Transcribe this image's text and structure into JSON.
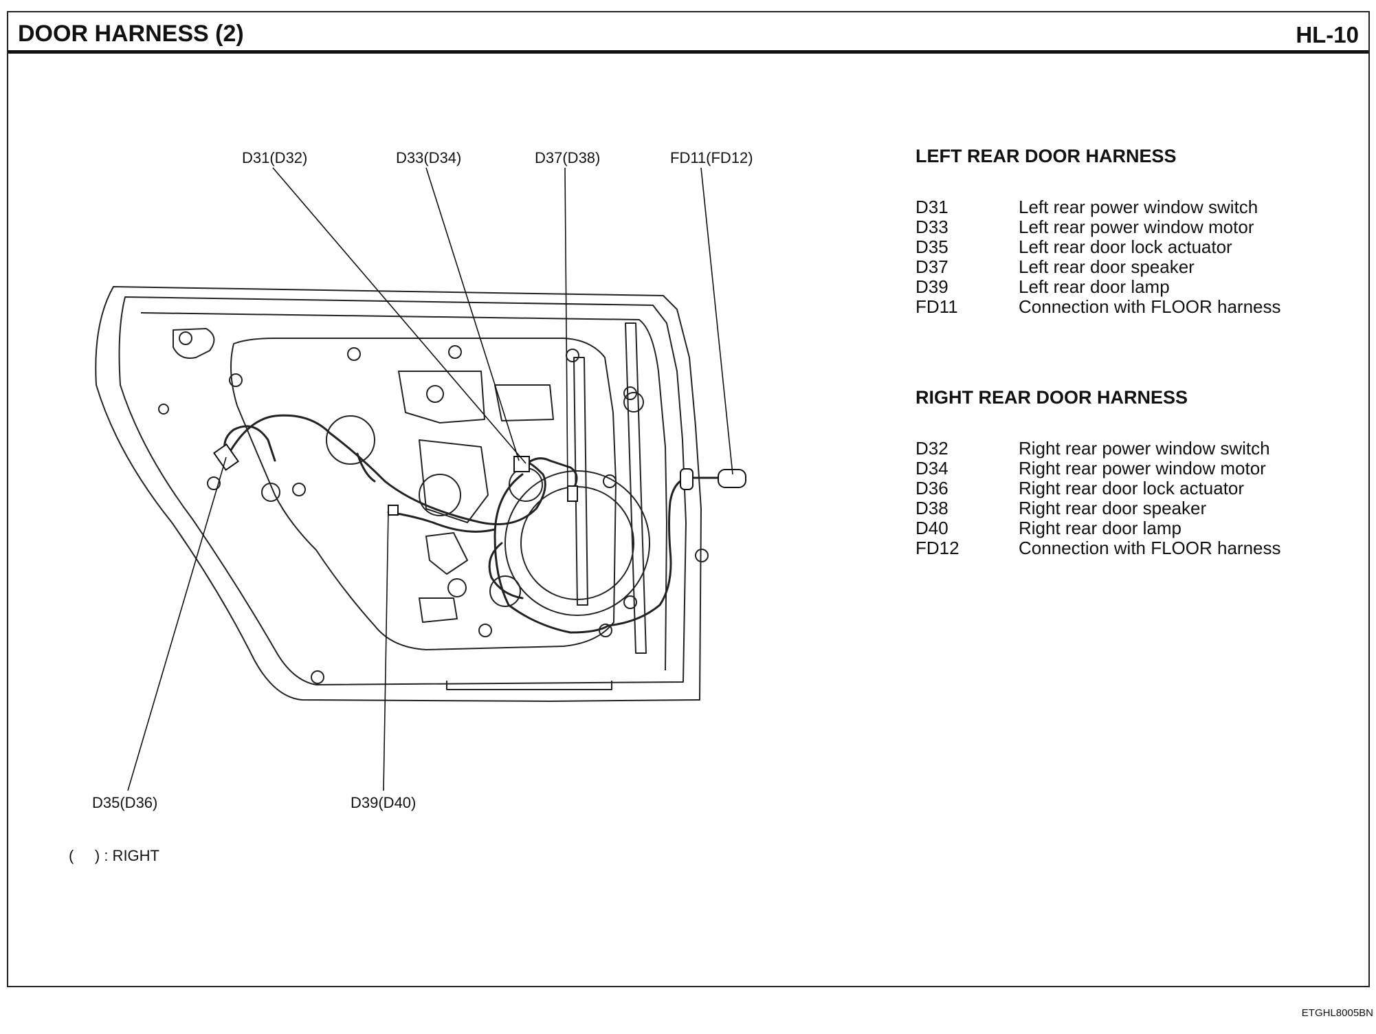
{
  "header": {
    "title": "DOOR HARNESS (2)",
    "page": "HL-10"
  },
  "callouts": [
    {
      "id": "d31",
      "label": "D31(D32)"
    },
    {
      "id": "d33",
      "label": "D33(D34)"
    },
    {
      "id": "d37",
      "label": "D37(D38)"
    },
    {
      "id": "fd11",
      "label": "FD11(FD12)"
    },
    {
      "id": "d35",
      "label": "D35(D36)"
    },
    {
      "id": "d39",
      "label": "D39(D40)"
    }
  ],
  "legend": {
    "left": {
      "heading": "LEFT REAR DOOR HARNESS",
      "items": [
        {
          "code": "D31",
          "desc": "Left rear power window switch"
        },
        {
          "code": "D33",
          "desc": "Left rear power window motor"
        },
        {
          "code": "D35",
          "desc": "Left rear door lock actuator"
        },
        {
          "code": "D37",
          "desc": "Left rear door speaker"
        },
        {
          "code": "D39",
          "desc": "Left rear door lamp"
        },
        {
          "code": "FD11",
          "desc": "Connection with FLOOR harness"
        }
      ]
    },
    "right": {
      "heading": "RIGHT REAR DOOR HARNESS",
      "items": [
        {
          "code": "D32",
          "desc": "Right rear power window switch"
        },
        {
          "code": "D34",
          "desc": "Right rear power window motor"
        },
        {
          "code": "D36",
          "desc": "Right rear door lock actuator"
        },
        {
          "code": "D38",
          "desc": "Right rear door speaker"
        },
        {
          "code": "D40",
          "desc": "Right rear door lamp"
        },
        {
          "code": "FD12",
          "desc": "Connection with FLOOR harness"
        }
      ]
    }
  },
  "note": "(     ) : RIGHT",
  "figure_code": "ETGHL8005BN"
}
